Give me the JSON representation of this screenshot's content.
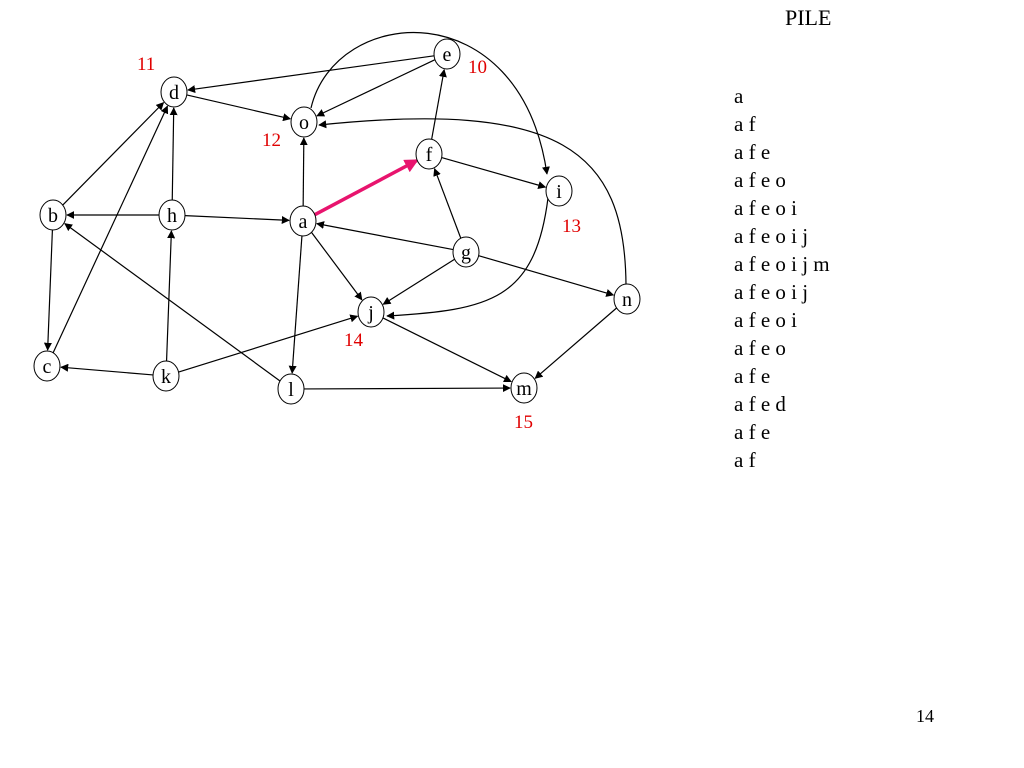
{
  "colors": {
    "node_stroke": "#000000",
    "edge": "#000000",
    "highlight": "#e8146e",
    "order_label": "#e00000"
  },
  "graph": {
    "nodes": [
      {
        "id": "a",
        "label": "a"
      },
      {
        "id": "b",
        "label": "b"
      },
      {
        "id": "c",
        "label": "c"
      },
      {
        "id": "d",
        "label": "d"
      },
      {
        "id": "e",
        "label": "e"
      },
      {
        "id": "f",
        "label": "f"
      },
      {
        "id": "g",
        "label": "g"
      },
      {
        "id": "h",
        "label": "h"
      },
      {
        "id": "i",
        "label": "i"
      },
      {
        "id": "j",
        "label": "j"
      },
      {
        "id": "k",
        "label": "k"
      },
      {
        "id": "l",
        "label": "l"
      },
      {
        "id": "m",
        "label": "m"
      },
      {
        "id": "n",
        "label": "n"
      },
      {
        "id": "o",
        "label": "o"
      }
    ],
    "edges": [
      {
        "from": "e",
        "to": "d"
      },
      {
        "from": "e",
        "to": "o"
      },
      {
        "from": "d",
        "to": "o"
      },
      {
        "from": "b",
        "to": "d"
      },
      {
        "from": "b",
        "to": "c"
      },
      {
        "from": "c",
        "to": "d"
      },
      {
        "from": "h",
        "to": "d"
      },
      {
        "from": "h",
        "to": "b"
      },
      {
        "from": "h",
        "to": "a"
      },
      {
        "from": "k",
        "to": "h"
      },
      {
        "from": "k",
        "to": "c"
      },
      {
        "from": "k",
        "to": "j"
      },
      {
        "from": "l",
        "to": "b"
      },
      {
        "from": "l",
        "to": "m"
      },
      {
        "from": "a",
        "to": "o"
      },
      {
        "from": "a",
        "to": "f",
        "highlight": true
      },
      {
        "from": "a",
        "to": "j"
      },
      {
        "from": "a",
        "to": "l"
      },
      {
        "from": "f",
        "to": "e"
      },
      {
        "from": "f",
        "to": "i"
      },
      {
        "from": "g",
        "to": "f"
      },
      {
        "from": "g",
        "to": "a"
      },
      {
        "from": "g",
        "to": "j"
      },
      {
        "from": "g",
        "to": "n"
      },
      {
        "from": "j",
        "to": "m"
      },
      {
        "from": "n",
        "to": "m"
      },
      {
        "from": "o",
        "to": "i"
      },
      {
        "from": "n",
        "to": "o"
      },
      {
        "from": "i",
        "to": "j"
      }
    ],
    "order_labels": [
      {
        "node": "e",
        "text": "10"
      },
      {
        "node": "d",
        "text": "11"
      },
      {
        "node": "o",
        "text": "12"
      },
      {
        "node": "i",
        "text": "13"
      },
      {
        "node": "j",
        "text": "14"
      },
      {
        "node": "m",
        "text": "15"
      }
    ]
  },
  "stack": {
    "title": "PILE",
    "entries": [
      "a",
      "a f",
      "a f e",
      "a f e o",
      "a f e o i",
      "a f e o i j",
      "a f e o i j m",
      "a f e o i j",
      "a f e o i",
      "a f e o",
      "a f e",
      "a f e d",
      "a f e",
      "a f"
    ]
  },
  "page_number": "14"
}
